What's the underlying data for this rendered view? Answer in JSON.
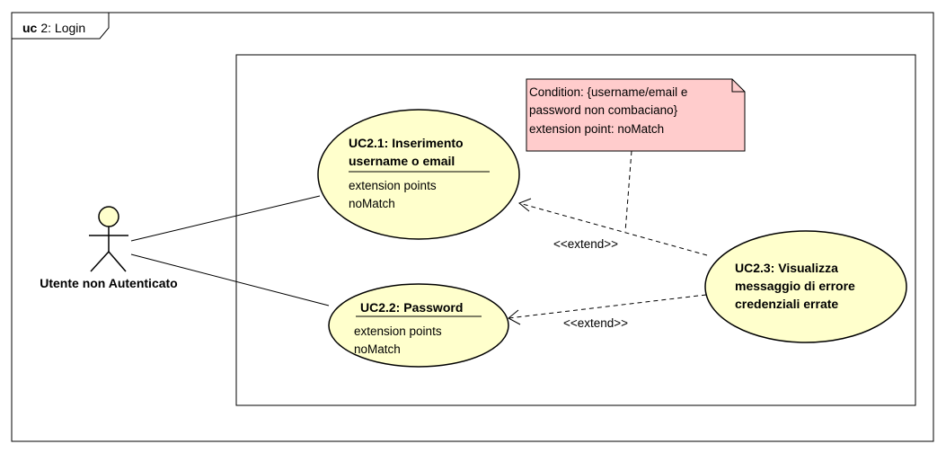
{
  "frame": {
    "keyword": "uc",
    "label": "2: Login"
  },
  "actor": {
    "name": "Utente non Autenticato"
  },
  "use_cases": [
    {
      "title_lines": [
        "UC2.1: Inserimento",
        "username o email"
      ],
      "extension_points_label": "extension points",
      "extension_points": [
        "noMatch"
      ]
    },
    {
      "title_lines": [
        "UC2.2: Password"
      ],
      "extension_points_label": "extension points",
      "extension_points": [
        "noMatch"
      ]
    },
    {
      "title_lines": [
        "UC2.3: Visualizza",
        "messaggio di errore",
        "credenziali errate"
      ]
    }
  ],
  "extends": [
    {
      "label": "<<extend>>"
    },
    {
      "label": "<<extend>>"
    }
  ],
  "note": {
    "lines": [
      "Condition: {username/email e",
      "password non combaciano}",
      "extension point: noMatch"
    ],
    "fill": "#ffcccc"
  },
  "colors": {
    "usecase_fill": "#ffffcc",
    "actor_fill": "#ffffcc",
    "line": "#000000"
  }
}
